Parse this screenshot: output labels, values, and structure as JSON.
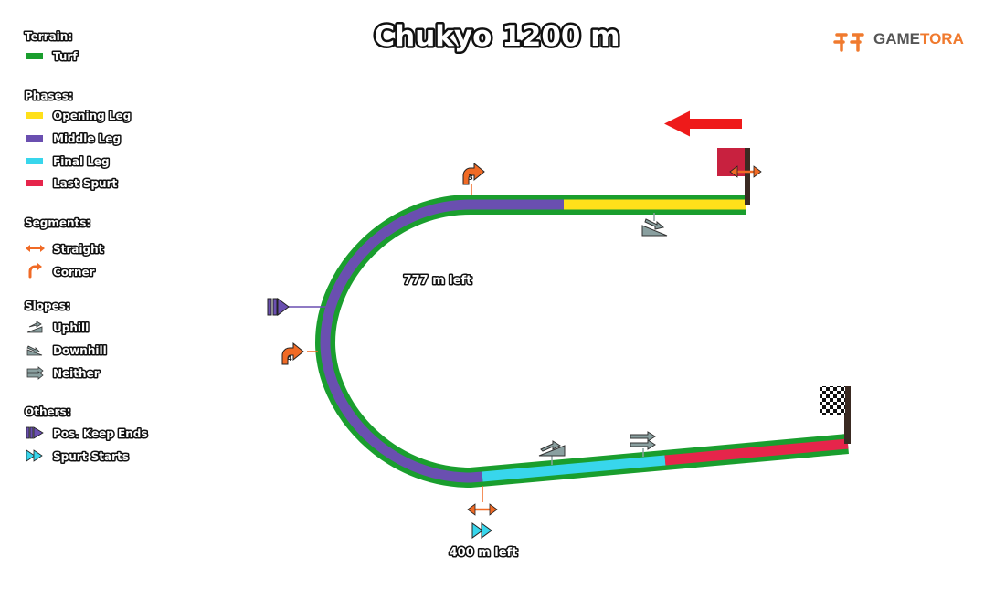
{
  "title": "Chukyo 1200 m",
  "brand": {
    "name_prefix": "GAME",
    "name_suffix": "TORA",
    "icon": "gametora-logo-icon"
  },
  "legend": {
    "terrain": {
      "heading": "Terrain:",
      "items": [
        {
          "label": "Turf",
          "color": "#1a9e2e"
        }
      ]
    },
    "phases": {
      "heading": "Phases:",
      "items": [
        {
          "label": "Opening Leg",
          "color": "#ffe01a"
        },
        {
          "label": "Middle Leg",
          "color": "#6a4fb0"
        },
        {
          "label": "Final Leg",
          "color": "#38d6ec"
        },
        {
          "label": "Last Spurt",
          "color": "#e6254b"
        }
      ]
    },
    "segments": {
      "heading": "Segments:",
      "items": [
        {
          "label": "Straight",
          "icon": "double-arrow-icon"
        },
        {
          "label": "Corner",
          "icon": "corner-arrow-icon"
        }
      ]
    },
    "slopes": {
      "heading": "Slopes:",
      "items": [
        {
          "label": "Uphill",
          "icon": "uphill-icon"
        },
        {
          "label": "Downhill",
          "icon": "downhill-icon"
        },
        {
          "label": "Neither",
          "icon": "flat-slope-icon"
        }
      ]
    },
    "others": {
      "heading": "Others:",
      "items": [
        {
          "label": "Pos. Keep Ends",
          "icon": "pos-keep-ends-icon",
          "color": "#6a4fb0"
        },
        {
          "label": "Spurt Starts",
          "icon": "spurt-starts-icon",
          "color": "#38d6ec"
        }
      ]
    }
  },
  "course": {
    "annotations": {
      "pos_keep_end": "777 m left",
      "spurt_start": "400 m left"
    },
    "corner_numbers": [
      "3",
      "4"
    ],
    "direction": "counter-clockwise",
    "colors": {
      "accent_orange": "#f06a25",
      "slope_gray": "#8aa0a0",
      "start_flag": "#c8213f",
      "post": "#3a2a22",
      "direction_arrow": "#ee1a1a"
    }
  }
}
